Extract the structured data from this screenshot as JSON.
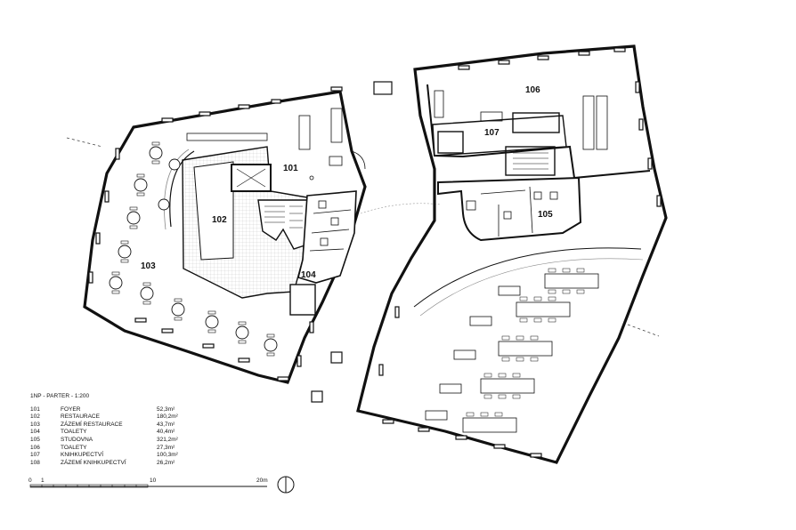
{
  "rooms": [
    {
      "num": "101"
    },
    {
      "num": "102"
    },
    {
      "num": "103"
    },
    {
      "num": "104"
    },
    {
      "num": "105"
    },
    {
      "num": "106"
    },
    {
      "num": "107"
    }
  ],
  "legend": {
    "title": "1NP - PARTER - 1:200",
    "rows": [
      {
        "num": "101",
        "name": "FOYER",
        "area": "52,3m²"
      },
      {
        "num": "102",
        "name": "RESTAURACE",
        "area": "180,2m²"
      },
      {
        "num": "103",
        "name": "ZÁZEMÍ RESTAURACE",
        "area": "43,7m²"
      },
      {
        "num": "104",
        "name": "TOALETY",
        "area": "40,4m²"
      },
      {
        "num": "105",
        "name": "STUDOVNA",
        "area": "321,2m²"
      },
      {
        "num": "106",
        "name": "TOALETY",
        "area": "27,3m²"
      },
      {
        "num": "107",
        "name": "KNIHKUPECTVÍ",
        "area": "100,3m²"
      },
      {
        "num": "108",
        "name": "ZÁZEMÍ KNIHKUPECTVÍ",
        "area": "26,2m²"
      }
    ]
  },
  "scale": {
    "l0": "0",
    "l1": "1",
    "l10": "10",
    "l20": "20m"
  }
}
